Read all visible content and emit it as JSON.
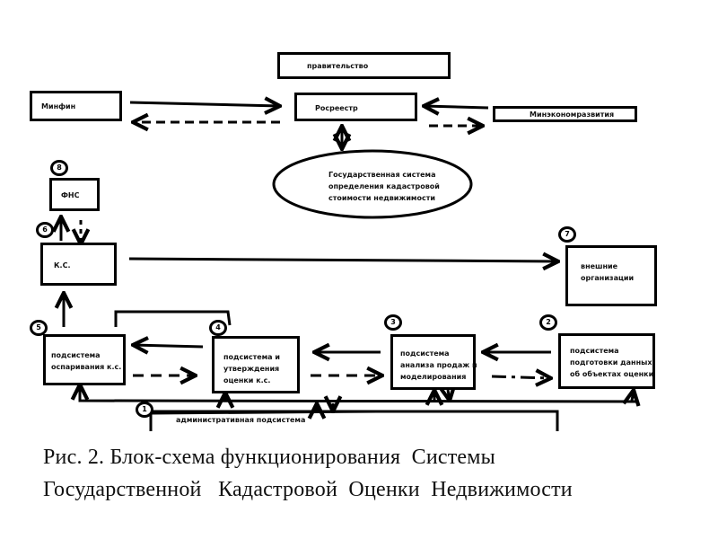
{
  "nodes": {
    "government": {
      "label": "правительство"
    },
    "minfin": {
      "label": "Минфин"
    },
    "rosreestr": {
      "label": "Росреестр"
    },
    "mineconom": {
      "label": "Минэкономразвития"
    },
    "state_system": {
      "label_lines": [
        "Государственная система",
        "определения кадастровой",
        "стоимости недвижимости"
      ]
    },
    "fns": {
      "label": "ФНС",
      "badge": "8"
    },
    "ks": {
      "label": "К.С.",
      "badge": "6"
    },
    "external": {
      "label_lines": [
        "внешние",
        "организации"
      ],
      "badge": "7"
    },
    "sub_dispute": {
      "label_lines": [
        "подсистема",
        "оспаривания к.с."
      ],
      "badge": "5"
    },
    "sub_approval": {
      "label_lines": [
        "подсистема и",
        "утверждения",
        "оценки к.с."
      ],
      "badge": "4"
    },
    "sub_analysis": {
      "label_lines": [
        "подсистема",
        "анализа продаж и",
        "моделирования"
      ],
      "badge": "3"
    },
    "sub_data": {
      "label_lines": [
        "подсистема",
        "подготовки данных",
        "об объектах оценки"
      ],
      "badge": "2"
    },
    "admin": {
      "label": "административная подсистема",
      "badge": "1"
    }
  },
  "caption": {
    "line1": "Рис. 2. Блок-схема функционирования  Системы",
    "line2": "Государственной   Кадастровой  Оценки  Недвижимости"
  }
}
